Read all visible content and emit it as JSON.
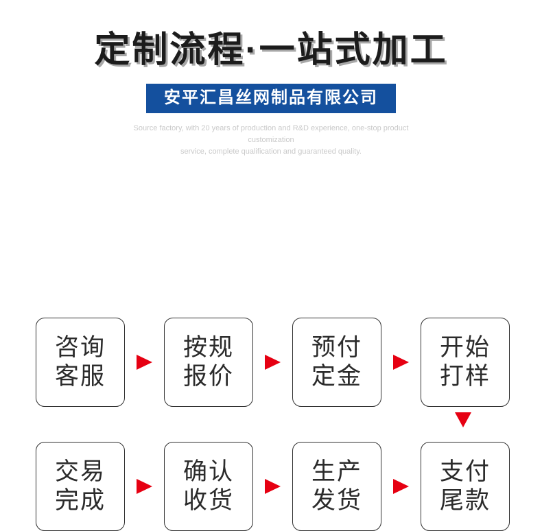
{
  "header": {
    "main_title": "定制流程·一站式加工",
    "company_banner": "安平汇昌丝网制品有限公司",
    "subtitle_line_1": "Source factory, with 20 years of production and R&D experience, one-stop product customization",
    "subtitle_line_2": "service, complete qualification and guaranteed quality."
  },
  "colors": {
    "banner_blue": "#14509E",
    "arrow_red": "#e60012",
    "title_dark": "#1c1c1c",
    "title_shadow": "#a8a8a8",
    "box_border": "#2f2f2f",
    "subtitle_gray": "#c9c9c9"
  },
  "flow": {
    "row_1": [
      {
        "line_1": "咨询",
        "line_2": "客服"
      },
      {
        "line_1": "按规",
        "line_2": "报价"
      },
      {
        "line_1": "预付",
        "line_2": "定金"
      },
      {
        "line_1": "开始",
        "line_2": "打样"
      }
    ],
    "row_2": [
      {
        "line_1": "交易",
        "line_2": "完成"
      },
      {
        "line_1": "确认",
        "line_2": "收货"
      },
      {
        "line_1": "生产",
        "line_2": "发货"
      },
      {
        "line_1": "支付",
        "line_2": "尾款"
      }
    ],
    "connector_icon": "triangle-down-icon",
    "step_arrow_icon": "triangle-right-icon"
  }
}
